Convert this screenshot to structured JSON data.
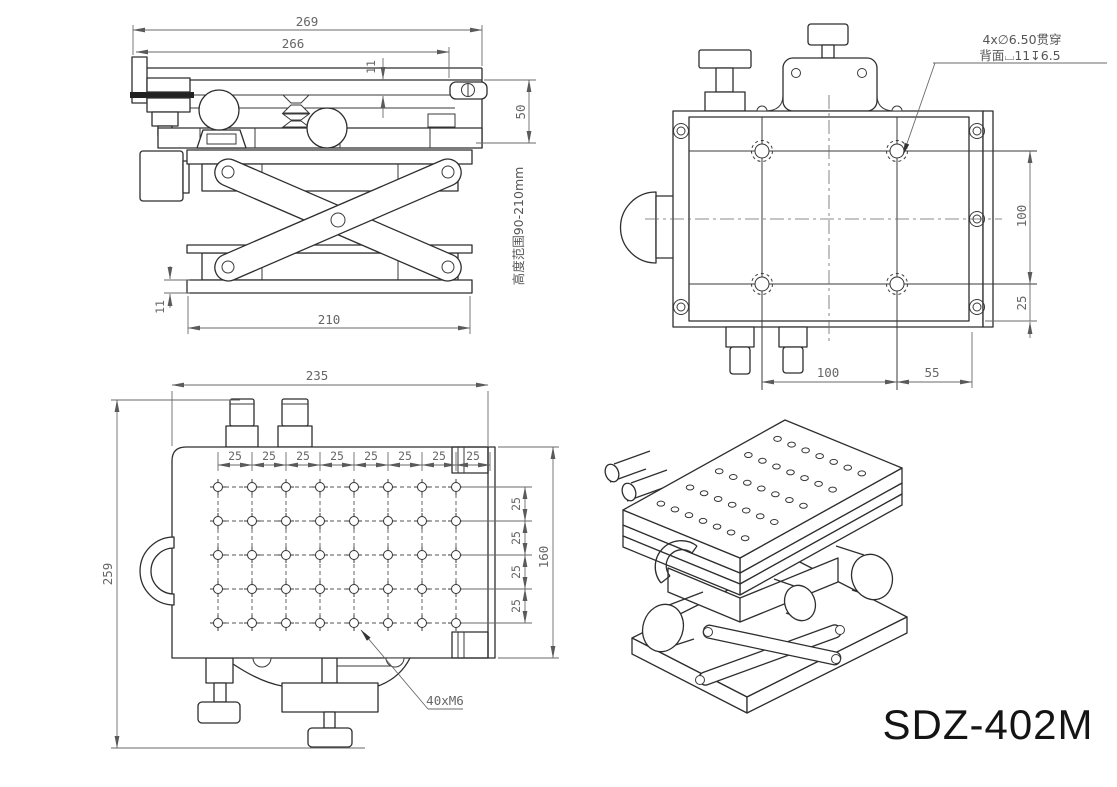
{
  "product_label": "SDZ-402M",
  "side_view": {
    "dim_overall_width": "269",
    "dim_plate_width": "266",
    "dim_top_gap": "11",
    "dim_upper_height": "50",
    "height_range_note": "高度范围90-210mm",
    "dim_base_thickness": "11",
    "dim_base_length": "210"
  },
  "bottom_view": {
    "hole_note_line1": "4x∅6.50贯穿",
    "hole_note_line2": "背面⌴11↧6.5",
    "dim_hole_spacing_v": "100",
    "dim_edge_offset_v": "25",
    "dim_hole_spacing_h": "100",
    "dim_edge_offset_h": "55"
  },
  "top_view": {
    "dim_width": "235",
    "dim_height": "259",
    "dim_plate_height": "160",
    "pitch_top": [
      "25",
      "25",
      "25",
      "25",
      "25",
      "25",
      "25",
      "25"
    ],
    "pitch_right": [
      "25",
      "25",
      "25",
      "25"
    ],
    "thread_note": "40xM6"
  }
}
